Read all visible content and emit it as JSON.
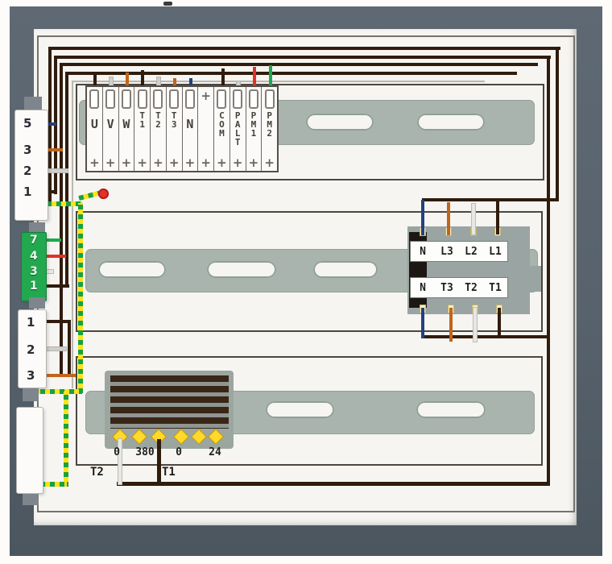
{
  "diagram_type": "electrical-cabinet-wiring-diagram",
  "terminal_strip": {
    "screw_glyph": "+",
    "terminals": [
      {
        "label": "U",
        "wire": "dark"
      },
      {
        "label": "V",
        "wire": "gray"
      },
      {
        "label": "W",
        "wire": "orange"
      },
      {
        "label": "T1",
        "wire": "dark"
      },
      {
        "label": "T2",
        "wire": "gray"
      },
      {
        "label": "T3",
        "wire": "orange"
      },
      {
        "label": "N",
        "wire": "blue"
      },
      {
        "label": "",
        "wire": "none"
      },
      {
        "label": "COM",
        "wire": "dark"
      },
      {
        "label": "PALT",
        "wire": "gray"
      },
      {
        "label": "PM1",
        "wire": "red"
      },
      {
        "label": "PM2",
        "wire": "green"
      }
    ]
  },
  "left_connectors": {
    "connector_a": {
      "pins": [
        "5",
        "3",
        "2",
        "1"
      ],
      "pin_wires": [
        "blue",
        "orange",
        "gray",
        "dark"
      ]
    },
    "connector_b": {
      "pins": [
        "7",
        "4",
        "3",
        "1"
      ],
      "pin_wires": [
        "green",
        "red",
        "white",
        "dark"
      ]
    },
    "connector_c": {
      "pins": [
        "1",
        "2",
        "3"
      ],
      "pin_wires": [
        "dark",
        "gray",
        "orange"
      ]
    },
    "connector_d": {
      "pins": []
    }
  },
  "contactor": {
    "input_row": [
      "N",
      "L3",
      "L2",
      "L1"
    ],
    "output_row": [
      "N",
      "T3",
      "T2",
      "T1"
    ]
  },
  "transformer": {
    "tap_labels": [
      "0",
      "380",
      "0",
      "24"
    ],
    "secondary_labels": [
      "T2",
      "T1"
    ]
  },
  "colors": {
    "cabinet_frame": "#57626c",
    "panel": "#f6f5f2",
    "din_rail": "#aab4ae",
    "contactor_body": "#9aa4a3",
    "wire_dark": "#301c0d",
    "wire_orange": "#c0651c",
    "wire_gray": "#cfcfcb",
    "wire_blue": "#24407e",
    "wire_red": "#e33127",
    "wire_green": "#1ea94e",
    "ground_yellow": "#ffe11c",
    "ground_green": "#18a13f",
    "red_indicator": "#e63228",
    "transformer_terminal": "#ffd92b"
  }
}
